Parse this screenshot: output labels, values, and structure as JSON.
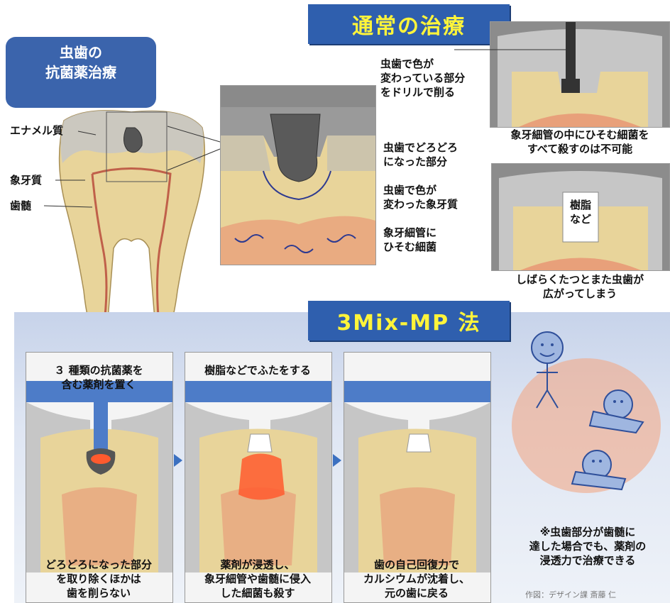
{
  "titles": {
    "normal": "通常の治療",
    "method": "3Mix-MP 法"
  },
  "badge": {
    "line1": "虫歯の",
    "line2": "抗菌薬治療"
  },
  "tooth_labels": {
    "enamel": "エナメル質",
    "dentin": "象牙質",
    "pulp": "歯髄"
  },
  "zoom_labels": {
    "drill1": "虫歯で色が",
    "drill2": "変わっている部分",
    "drill3": "をドリルで削る",
    "mushy1": "虫歯でどろどろ",
    "mushy2": "になった部分",
    "stain1": "虫歯で色が",
    "stain2": "変わった象牙質",
    "bact1": "象牙細管に",
    "bact2": "ひそむ細菌"
  },
  "normal_captions": {
    "top1": "象牙細管の中にひそむ細菌を",
    "top2": "すべて殺すのは不可能",
    "resin1": "樹脂",
    "resin2": "など",
    "bottom1": "しばらくたつとまた虫歯が",
    "bottom2": "広がってしまう"
  },
  "steps": [
    {
      "top1": "３ 種類の抗菌薬を",
      "top2": "含む薬剤を置く",
      "b1": "どろどろになった部分",
      "b2": "を取り除くほかは",
      "b3": "歯を削らない"
    },
    {
      "top1": "樹脂などでふたをする",
      "top2": "",
      "b1": "薬剤が浸透し、",
      "b2": "象牙細管や歯髄に侵入",
      "b3": "した細菌も殺す"
    },
    {
      "top1": "",
      "top2": "",
      "b1": "歯の自己回復力で",
      "b2": "カルシウムが沈着し、",
      "b3": "元の歯に戻る"
    }
  ],
  "note": {
    "l1": "※虫歯部分が歯髄に",
    "l2": "達した場合でも、薬剤の",
    "l3": "浸透力で治療できる"
  },
  "credit": "作図：デザイン課 斎藤 仁",
  "colors": {
    "title_bg": "#2f5fae",
    "title_text": "#fff43a",
    "badge_bg": "#3b64ac",
    "enamel": "#bdbdbd",
    "dentin": "#e8d49a",
    "pulp": "#e8a07a",
    "decay": "#555555",
    "medicine": "#ff5a2e"
  }
}
